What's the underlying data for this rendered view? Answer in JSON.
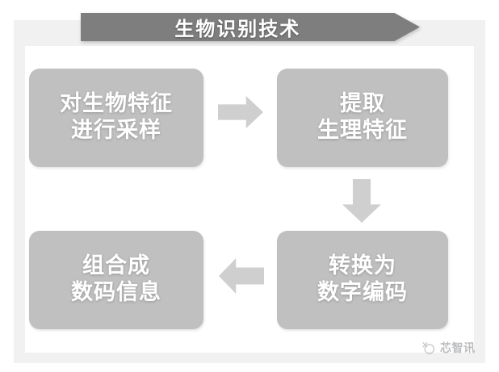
{
  "banner": {
    "title": "生物识别技术",
    "fill_color": "#7e7e7e",
    "text_color": "#ffffff"
  },
  "frame": {
    "outer_color": "#f1f1f1",
    "inner_color": "#ffffff"
  },
  "flow": {
    "box_fill_color": "#c0c0c0",
    "box_text_color": "#ffffff",
    "arrow_color": "#cfcfcf",
    "boxes": [
      {
        "id": "sample",
        "line1": "对生物特征",
        "line2": "进行采样"
      },
      {
        "id": "extract",
        "line1": "提取",
        "line2": "生理特征"
      },
      {
        "id": "convert",
        "line1": "转换为",
        "line2": "数字编码"
      },
      {
        "id": "combine",
        "line1": "组合成",
        "line2": "数码信息"
      }
    ],
    "arrows": [
      {
        "id": "sample-to-extract",
        "direction": "right"
      },
      {
        "id": "extract-to-convert",
        "direction": "down"
      },
      {
        "id": "convert-to-combine",
        "direction": "left"
      }
    ]
  },
  "watermark": {
    "text": "芯智讯"
  }
}
